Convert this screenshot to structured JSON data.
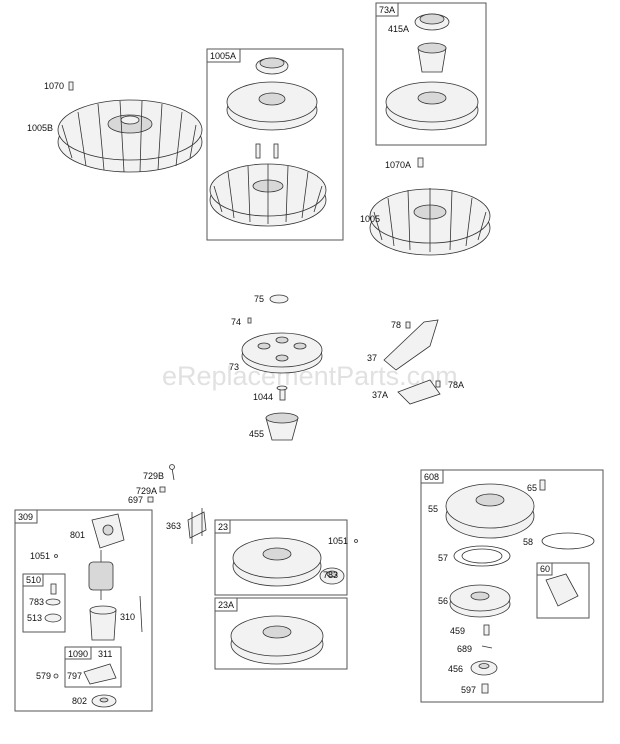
{
  "watermark": "eReplacementParts.com",
  "boxes": {
    "b1005A": "1005A",
    "b73A": "73A",
    "b309": "309",
    "b510": "510",
    "b1090": "1090",
    "b23": "23",
    "b23A": "23A",
    "b608": "608",
    "b60": "60"
  },
  "labels": {
    "l1070": "1070",
    "l1005B": "1005B",
    "l415A": "415A",
    "l1070A": "1070A",
    "l1005": "1005",
    "l75": "75",
    "l74": "74",
    "l73": "73",
    "l1044": "1044",
    "l455": "455",
    "l78": "78",
    "l37": "37",
    "l37A": "37A",
    "l78A": "78A",
    "l729B": "729B",
    "l729A": "729A",
    "l697": "697",
    "l801": "801",
    "l1051a": "1051",
    "l783a": "783",
    "l513": "513",
    "l310": "310",
    "l311": "311",
    "l797": "797",
    "l579": "579",
    "l802": "802",
    "l363": "363",
    "l1051b": "1051",
    "l783b": "783",
    "l65": "65",
    "l55": "55",
    "l58": "58",
    "l57": "57",
    "l56": "56",
    "l459": "459",
    "l689": "689",
    "l456": "456",
    "l597": "597"
  }
}
